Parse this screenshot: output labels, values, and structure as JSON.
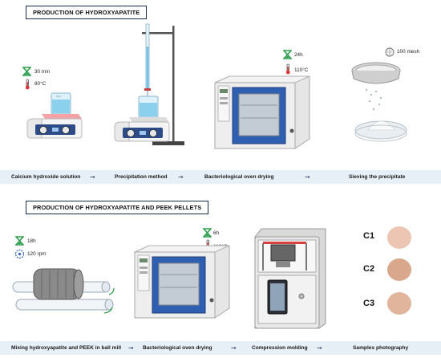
{
  "section1": {
    "title": "PRODUCTION OF HYDROXYAPATITE",
    "step1": {
      "time": "30 min",
      "temp": "80°C",
      "label": "Calcium hydroxide solution"
    },
    "step2": {
      "label": "Precipitation method"
    },
    "step3": {
      "time": "24h",
      "temp": "110°C",
      "label": "Bacteriological oven drying"
    },
    "step4": {
      "mesh": "100 mesh",
      "label": "Sieving the precipitate"
    }
  },
  "section2": {
    "title": "PRODUCTION OF HYDROXYAPATITE AND PEEK PELLETS",
    "step1": {
      "time": "18h",
      "speed": "120 rpm",
      "label": "Mixing hydroxyapatite and PEEK in ball mill"
    },
    "step2": {
      "time": "6h",
      "temp": "110°C",
      "label": "Bacteriological oven drying"
    },
    "step3": {
      "label": "Compression molding"
    },
    "step4": {
      "label": "Samples photography",
      "samples": [
        "C1",
        "C2",
        "C3"
      ]
    }
  },
  "colors": {
    "band": "#e7eff7",
    "hourglass": "#2e9e4f",
    "thermometer": "#d83a3a",
    "oven_door": "#2f5fb0",
    "arrow": "#1c2f55",
    "sample_c1": "#ecc6b2",
    "sample_c2": "#d9a88c",
    "sample_c3": "#e0b59c"
  },
  "icons": [
    "hourglass-icon",
    "thermometer-icon",
    "mesh-icon",
    "rotation-icon",
    "arrow-right-icon"
  ]
}
